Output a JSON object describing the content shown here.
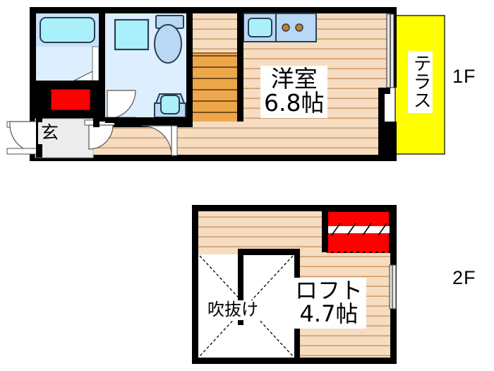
{
  "document": {
    "type": "japanese-floor-plan",
    "title": "間取り図"
  },
  "floors": [
    {
      "id": "1f",
      "label": "1F",
      "rooms": [
        {
          "name": "洋室",
          "area": "6.8帖",
          "kind": "western-room"
        },
        {
          "name": "玄",
          "kind": "entrance"
        },
        {
          "name": "テラス",
          "kind": "terrace"
        }
      ]
    },
    {
      "id": "2f",
      "label": "2F",
      "rooms": [
        {
          "name": "ロフト",
          "area": "4.7帖",
          "kind": "loft"
        },
        {
          "name": "吹抜け",
          "kind": "open-to-below"
        }
      ]
    }
  ],
  "labels": {
    "floor_1f": "1F",
    "floor_2f": "2F",
    "yoshitsu_name": "洋室",
    "yoshitsu_area": "6.8帖",
    "loft_name": "ロフト",
    "loft_area": "4.7帖",
    "fukinuke": "吹抜け",
    "terrace": "テラス",
    "genkan": "玄"
  },
  "colors": {
    "wall": "#000000",
    "floor_wood": "#f5d9bc",
    "floor_wood_line": "#c99a6b",
    "stair_tread": "#eda846",
    "stair_line": "#8a5a22",
    "water_area": "#dbeafd",
    "fixture_blue": "#b8d8f5",
    "fixture_cyan": "#aaf0fb",
    "terrace_yellow": "#ffff00",
    "closet_red": "#ff0000",
    "entrance_tile": "#ececec",
    "white": "#ffffff"
  },
  "fixtures": {
    "bathtub": "bathtub-fixture",
    "toilet": "toilet-fixture",
    "washbasin": "washbasin-fixture",
    "sink": "kitchen-sink-fixture",
    "stove": "two-burner-stove-fixture",
    "shoe_cabinet": "shoe-cabinet",
    "closet": "loft-closet",
    "stairs": "staircase",
    "entrance_door": "entrance-door",
    "sliding_window": "sliding-window"
  }
}
